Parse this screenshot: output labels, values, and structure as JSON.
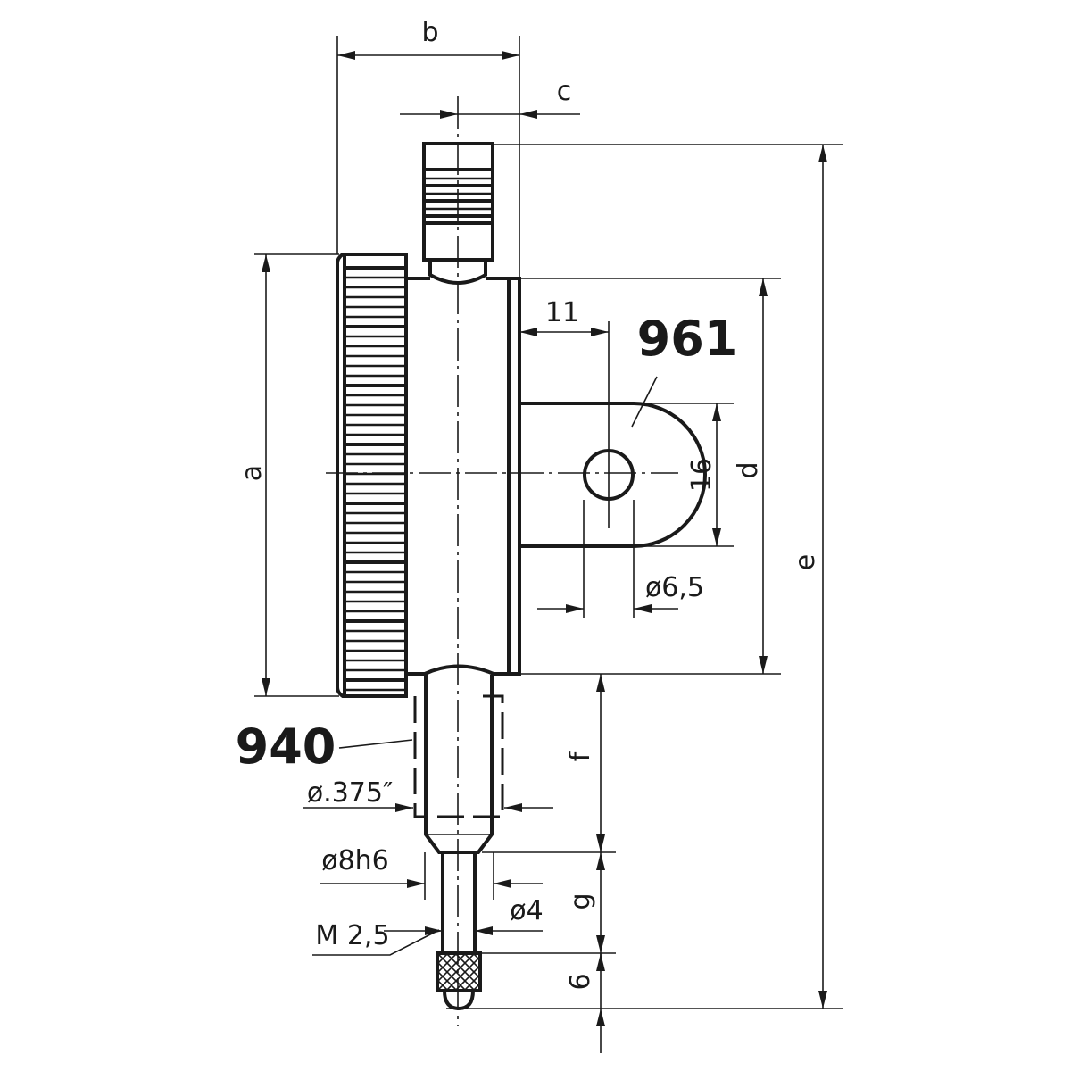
{
  "labels": {
    "a": "a",
    "b": "b",
    "c": "c",
    "d": "d",
    "e": "e",
    "f": "f",
    "g": "g",
    "tip_length": "6",
    "lug_offset": "11",
    "lug_height": "16",
    "hole_diameter": "ø6,5",
    "stem_diameter_inch": "ø.375″",
    "stem_diameter": "ø8h6",
    "rod_diameter": "ø4",
    "thread": "M 2,5"
  },
  "callouts": {
    "back_lug": "961",
    "stem_variant": "940"
  },
  "colors": {
    "line": "#1a1a1a",
    "background": "#ffffff"
  }
}
